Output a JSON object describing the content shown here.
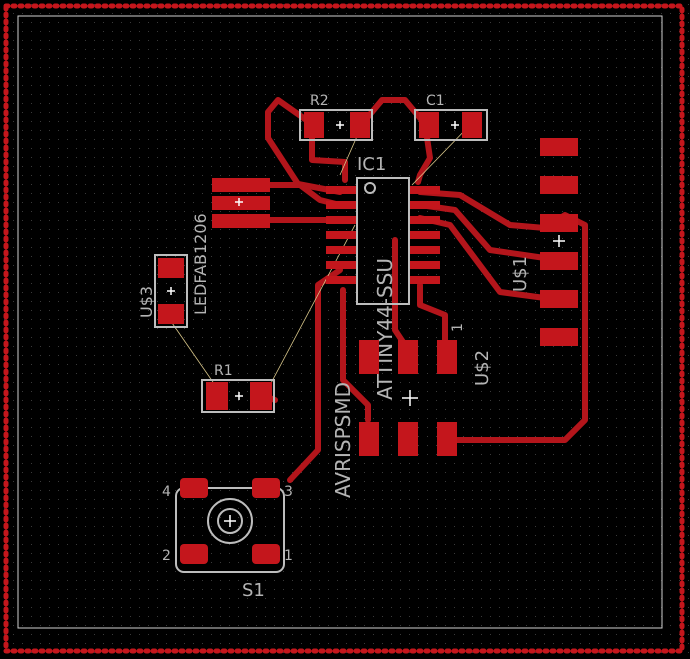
{
  "board": {
    "colors": {
      "background": "#000000",
      "copper": "#c4161c",
      "trace": "#b3151b",
      "silkscreen": "#bdbdbd",
      "airwire": "#d8c68a",
      "grid": "#3a3a3a"
    }
  },
  "components": {
    "r2": {
      "name": "R2"
    },
    "c1": {
      "name": "C1"
    },
    "ic1": {
      "name": "IC1",
      "value": "ATTINY44-SSU"
    },
    "led": {
      "name": "U$3",
      "value": "LEDFAB1206"
    },
    "r1": {
      "name": "R1"
    },
    "u1": {
      "name": "U$1"
    },
    "u2": {
      "name": "U$2",
      "value": "AVRISPSMD",
      "pin1": "1"
    },
    "s1": {
      "name": "S1",
      "pins": [
        "4",
        "3",
        "2",
        "1"
      ]
    }
  }
}
